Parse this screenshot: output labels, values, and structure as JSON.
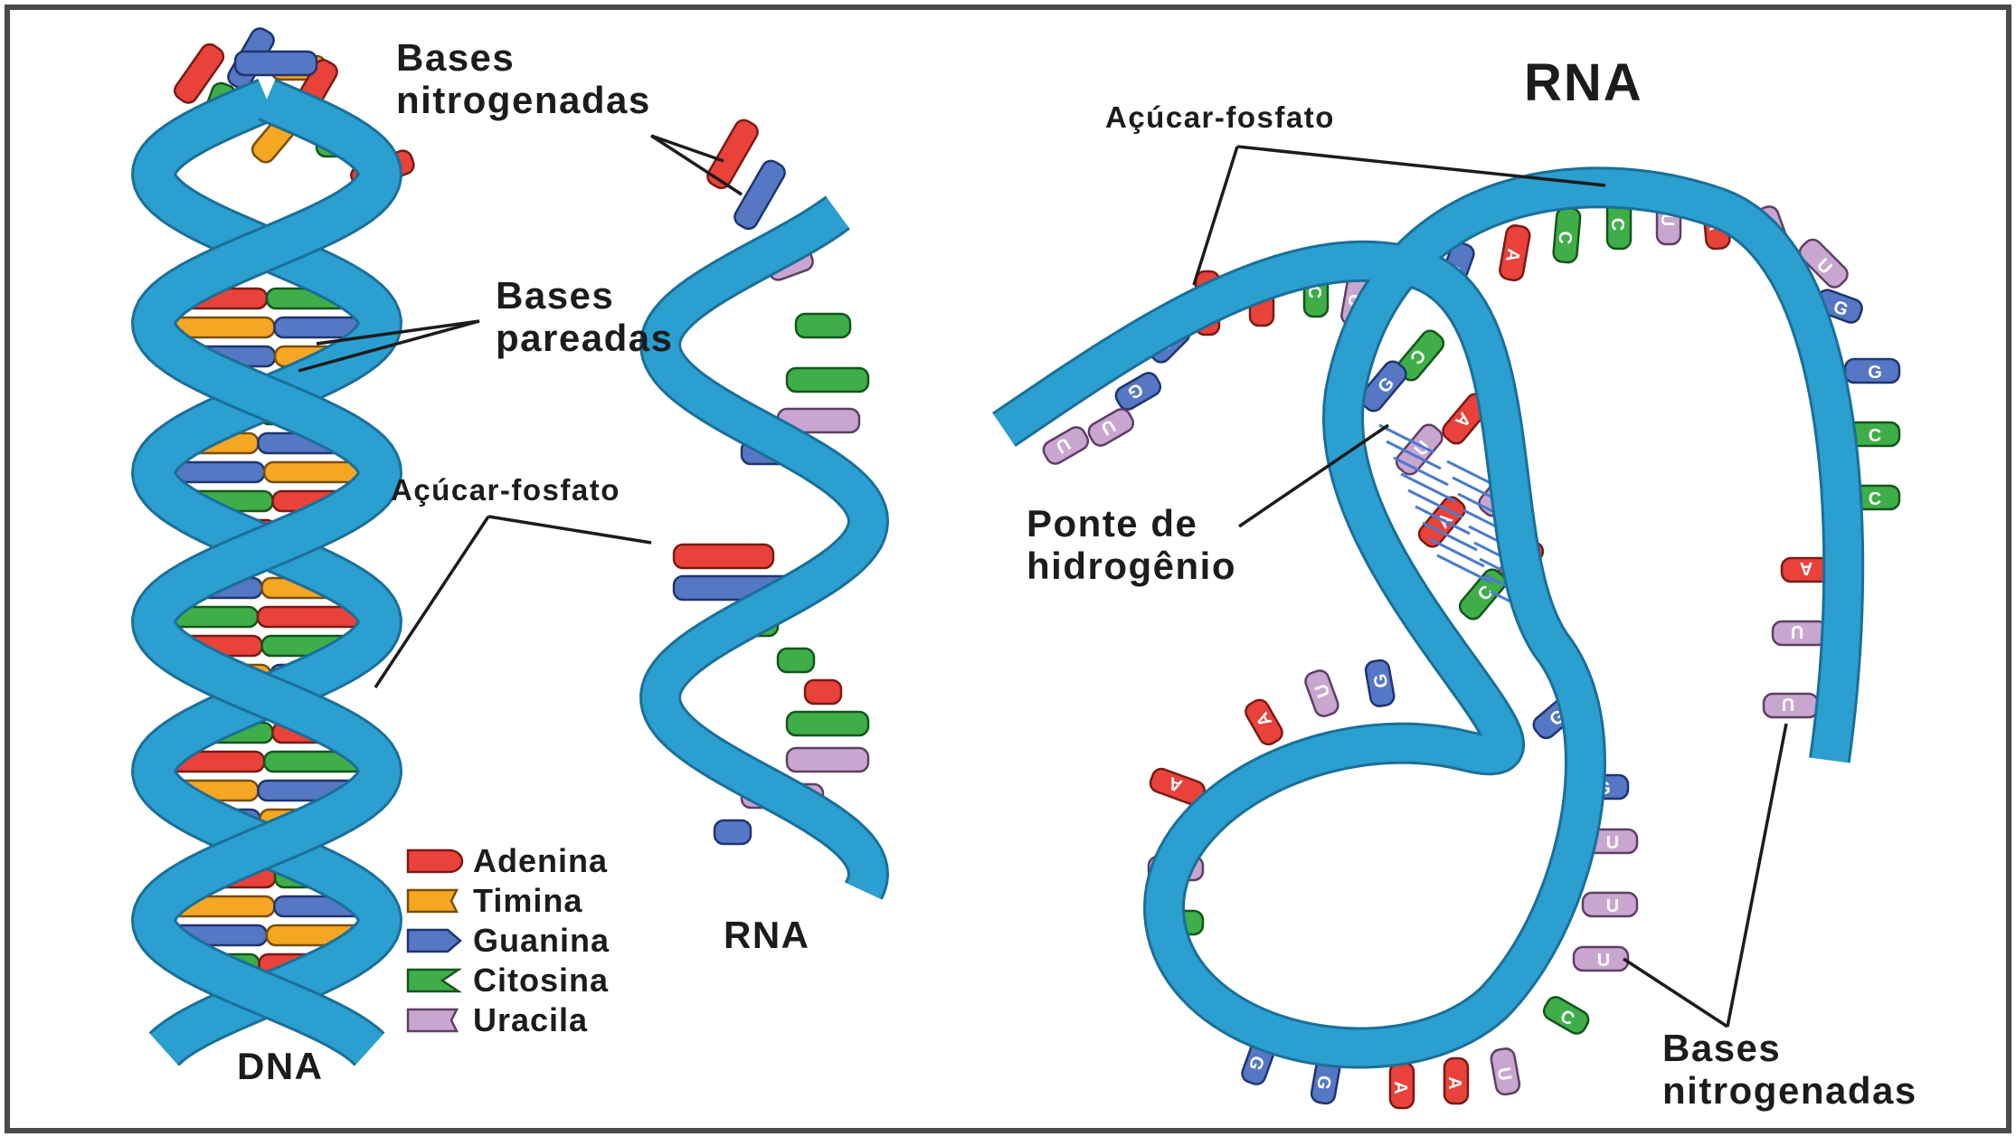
{
  "labels": {
    "bases_nitrogenadas_top": [
      "Bases",
      "nitrogenadas"
    ],
    "bases_pareadas": [
      "Bases",
      "pareadas"
    ],
    "acucar_fosfato_dna": "Açúcar-fosfato",
    "dna_caption": "DNA",
    "rna_caption": "RNA",
    "rna_title": "RNA",
    "acucar_fosfato_rna": "Açúcar-fosfato",
    "ponte_hidrogenio": [
      "Ponte de",
      "hidrogênio"
    ],
    "bases_nitrogenadas_bottom": [
      "Bases",
      "nitrogenadas"
    ]
  },
  "legend": [
    {
      "name": "Adenina",
      "color": "#e8423a",
      "shape": "round"
    },
    {
      "name": "Timina",
      "color": "#f5a623",
      "shape": "notch"
    },
    {
      "name": "Guanina",
      "color": "#5577c4",
      "shape": "arrow"
    },
    {
      "name": "Citosina",
      "color": "#3fae49",
      "shape": "vnotch"
    },
    {
      "name": "Uracila",
      "color": "#c9a6cf",
      "shape": "notch"
    }
  ],
  "base_letters": [
    "A",
    "G",
    "C",
    "U"
  ],
  "colors": {
    "backbone": "#2a9fd0",
    "backbone_dark": "#1b6f98",
    "frame": "#4a4a4a",
    "hbond": "#4a7ad0"
  }
}
